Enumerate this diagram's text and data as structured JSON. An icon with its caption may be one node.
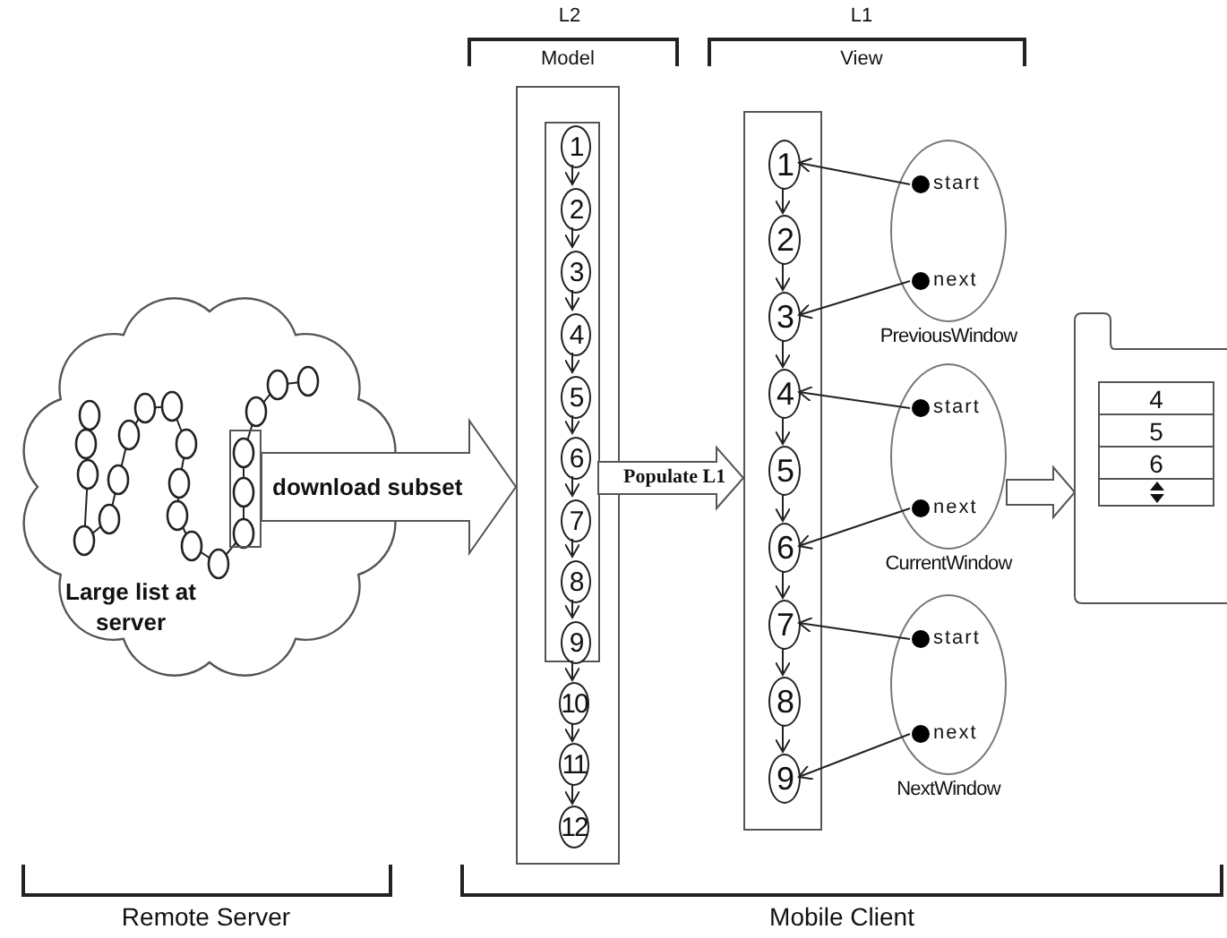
{
  "diagram": {
    "nodes": [
      {
        "text": [
          "Large list at server"
        ]
      },
      {
        "text": [],
        "shape": "box",
        "in": 0
      },
      {
        "text": [],
        "shape": "box"
      },
      {
        "text": [],
        "shape": "box",
        "in": 2
      },
      {
        "text": [
          "1"
        ],
        "in": 3
      },
      {
        "text": [
          "2"
        ],
        "in": 3
      },
      {
        "text": [
          "3"
        ],
        "in": 3
      },
      {
        "text": [
          "4"
        ],
        "in": 3
      },
      {
        "text": [
          "5"
        ],
        "in": 3
      },
      {
        "text": [
          "6"
        ],
        "in": 3
      },
      {
        "text": [
          "7"
        ],
        "in": 3
      },
      {
        "text": [
          "8"
        ],
        "in": 3
      },
      {
        "text": [
          "9"
        ],
        "in": 3
      },
      {
        "text": [
          "10"
        ],
        "in": 2
      },
      {
        "text": [
          "11"
        ],
        "in": 2
      },
      {
        "text": [
          "12"
        ],
        "in": 2
      },
      {
        "text": [],
        "shape": "box"
      },
      {
        "text": [
          "1"
        ],
        "in": 16
      },
      {
        "text": [
          "2"
        ],
        "in": 16
      },
      {
        "text": [
          "3"
        ],
        "in": 16
      },
      {
        "text": [
          "4"
        ],
        "in": 16
      },
      {
        "text": [
          "5"
        ],
        "in": 16
      },
      {
        "text": [
          "6"
        ],
        "in": 16
      },
      {
        "text": [
          "7"
        ],
        "in": 16
      },
      {
        "text": [
          "8"
        ],
        "in": 16
      },
      {
        "text": [
          "9"
        ],
        "in": 16
      },
      {
        "text": [
          "PreviousWindow"
        ]
      },
      {
        "text": [],
        "shape": "circle",
        "beside": [
          "start"
        ],
        "in": 26
      },
      {
        "text": [],
        "shape": "circle",
        "beside": [
          "next"
        ],
        "in": 26
      },
      {
        "text": [
          "CurrentWindow"
        ]
      },
      {
        "text": [],
        "shape": "circle",
        "beside": [
          "start"
        ],
        "in": 29
      },
      {
        "text": [],
        "shape": "circle",
        "beside": [
          "next"
        ],
        "in": 29
      },
      {
        "text": [
          "NextWindow"
        ]
      },
      {
        "text": [],
        "shape": "circle",
        "beside": [
          "start"
        ],
        "in": 32
      },
      {
        "text": [],
        "shape": "circle",
        "beside": [
          "next"
        ],
        "in": 32
      },
      {
        "text": [],
        "shape": "box"
      },
      {
        "text": [
          "4",
          "5",
          "6"
        ],
        "in": 35
      }
    ],
    "edges": [
      {
        "from": 1,
        "to": 2,
        "arrow": "to",
        "label": "download subset",
        "style": "thick"
      },
      {
        "from": 3,
        "to": 16,
        "arrow": "to",
        "label": "Populate L1",
        "style": "thick"
      },
      {
        "from": 4,
        "to": 5,
        "arrow": "to"
      },
      {
        "from": 5,
        "to": 6,
        "arrow": "to"
      },
      {
        "from": 6,
        "to": 7,
        "arrow": "to"
      },
      {
        "from": 7,
        "to": 8,
        "arrow": "to"
      },
      {
        "from": 8,
        "to": 9,
        "arrow": "to"
      },
      {
        "from": 9,
        "to": 10,
        "arrow": "to"
      },
      {
        "from": 10,
        "to": 11,
        "arrow": "to"
      },
      {
        "from": 11,
        "to": 12,
        "arrow": "to"
      },
      {
        "from": 12,
        "to": 13,
        "arrow": "to"
      },
      {
        "from": 13,
        "to": 14,
        "arrow": "to"
      },
      {
        "from": 14,
        "to": 15,
        "arrow": "to"
      },
      {
        "from": 17,
        "to": 18,
        "arrow": "to"
      },
      {
        "from": 18,
        "to": 19,
        "arrow": "to"
      },
      {
        "from": 19,
        "to": 20,
        "arrow": "to"
      },
      {
        "from": 20,
        "to": 21,
        "arrow": "to"
      },
      {
        "from": 21,
        "to": 22,
        "arrow": "to"
      },
      {
        "from": 22,
        "to": 23,
        "arrow": "to"
      },
      {
        "from": 23,
        "to": 24,
        "arrow": "to"
      },
      {
        "from": 24,
        "to": 25,
        "arrow": "to"
      },
      {
        "from": 27,
        "to": 17,
        "arrow": "to"
      },
      {
        "from": 28,
        "to": 19,
        "arrow": "to"
      },
      {
        "from": 30,
        "to": 20,
        "arrow": "to"
      },
      {
        "from": 31,
        "to": 22,
        "arrow": "to"
      },
      {
        "from": 33,
        "to": 23,
        "arrow": "to"
      },
      {
        "from": 34,
        "to": 25,
        "arrow": "to"
      },
      {
        "from": 29,
        "to": 35,
        "arrow": "to",
        "style": "thick"
      }
    ],
    "labels": [
      "L2",
      "L1",
      "Model",
      "View",
      "Remote Server",
      "Mobile Client"
    ]
  }
}
